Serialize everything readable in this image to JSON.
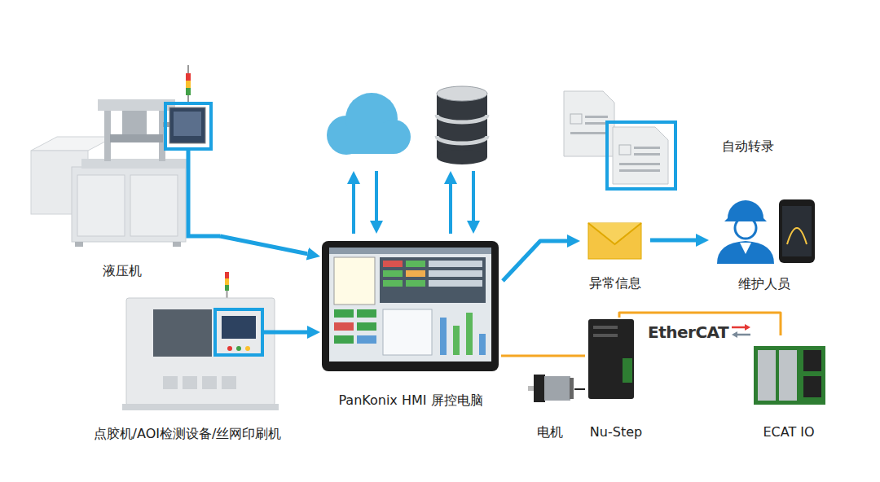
{
  "diagram": {
    "nodes": [
      {
        "text": [
          "液压机"
        ]
      },
      {
        "text": [
          "点胶机/AOI检测设备/丝网印刷机"
        ]
      },
      {
        "text": []
      },
      {
        "text": []
      },
      {
        "text": [
          "PanKonix HMI 屏控电脑"
        ]
      },
      {
        "text": [
          "自动转录"
        ]
      },
      {
        "text": [
          "异常信息"
        ]
      },
      {
        "text": [
          "维护人员"
        ]
      },
      {
        "text": [
          "电机"
        ]
      },
      {
        "text": [
          "Nu-Step"
        ]
      },
      {
        "text": [
          "ECAT IO"
        ]
      }
    ],
    "edges": [
      {
        "from": 0,
        "to": 4,
        "arrow": "to"
      },
      {
        "from": 1,
        "to": 4,
        "arrow": "to"
      },
      {
        "from": 4,
        "to": 2,
        "arrow": "both"
      },
      {
        "from": 4,
        "to": 3,
        "arrow": "both"
      },
      {
        "from": 4,
        "to": 6,
        "arrow": "to"
      },
      {
        "from": 6,
        "to": 7,
        "arrow": "to"
      },
      {
        "from": 4,
        "to": 9,
        "arrow": "none"
      },
      {
        "from": 9,
        "to": 10,
        "arrow": "none",
        "label": "EtherCAT"
      },
      {
        "from": 8,
        "to": 9,
        "arrow": "none"
      }
    ]
  }
}
